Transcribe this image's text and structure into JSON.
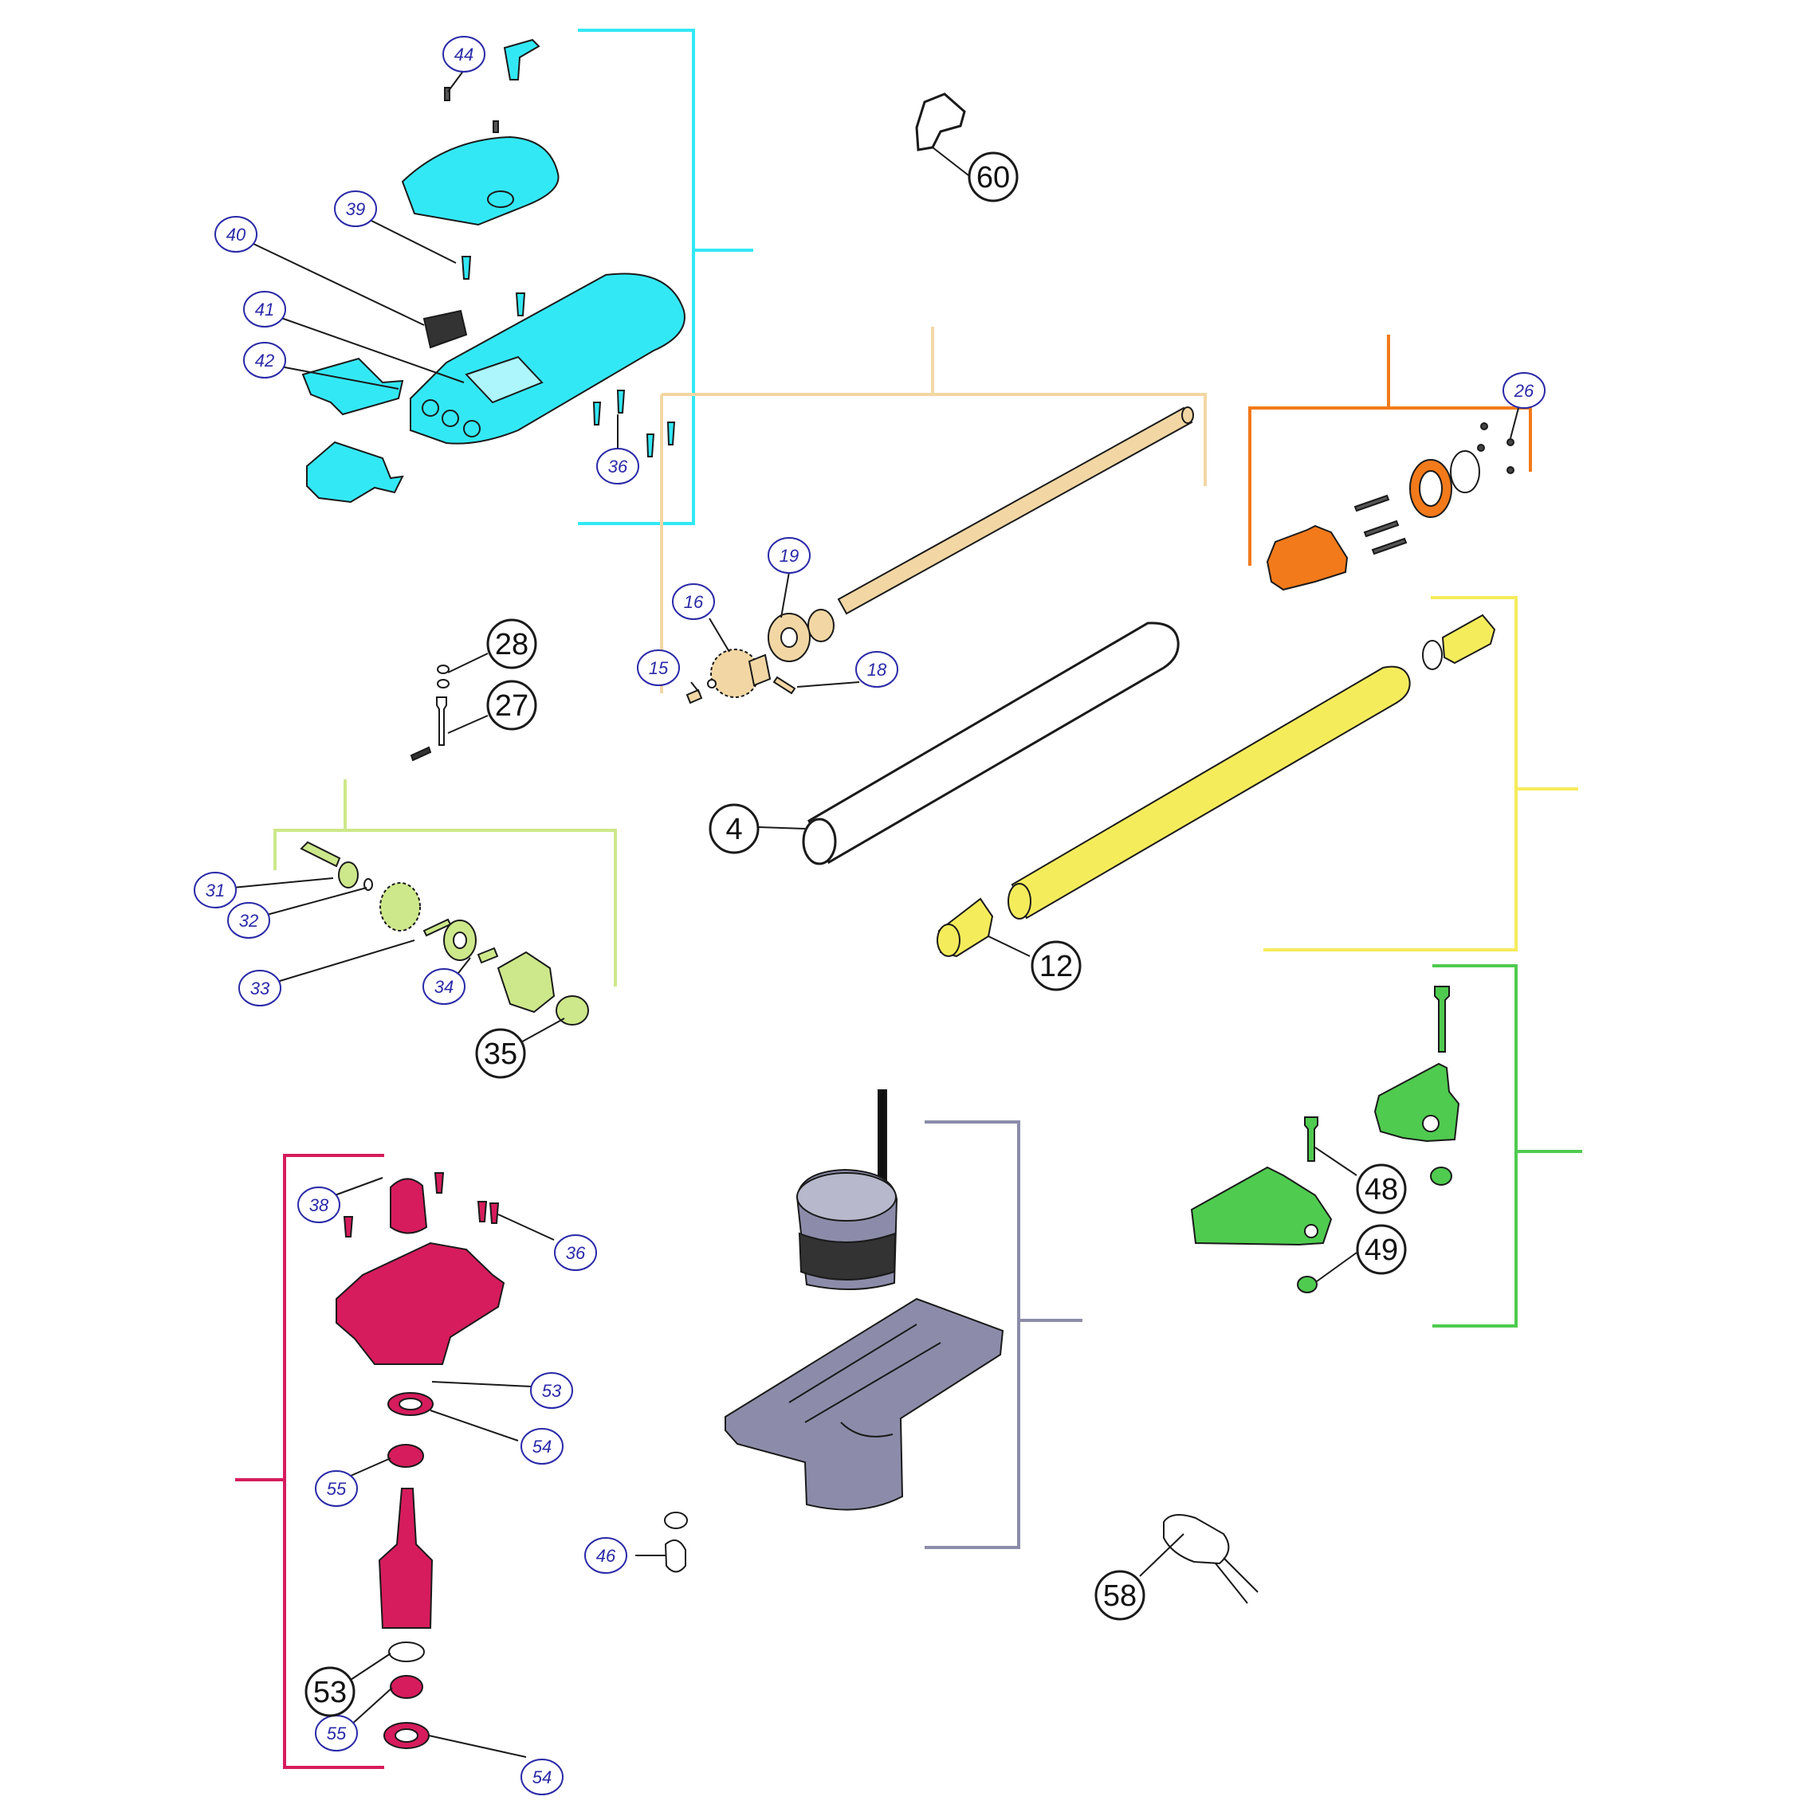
{
  "colors": {
    "cyan": "#33e8f5",
    "tan": "#f2d7a4",
    "orange": "#f27a1a",
    "yellow": "#f5ec5c",
    "lime": "#cde88a",
    "green": "#4fcb4f",
    "magenta": "#d61c5c",
    "slate": "#8c8caa",
    "callout_blue": "#2a2aa8",
    "outline": "#1a1a1a"
  },
  "callouts_small": [
    {
      "text": "44",
      "group": "cyan"
    },
    {
      "text": "39",
      "group": "cyan"
    },
    {
      "text": "40",
      "group": "cyan"
    },
    {
      "text": "41",
      "group": "cyan"
    },
    {
      "text": "42",
      "group": "cyan"
    },
    {
      "text": "36",
      "group": "cyan"
    },
    {
      "text": "26",
      "group": "orange"
    },
    {
      "text": "19",
      "group": "tan"
    },
    {
      "text": "16",
      "group": "tan"
    },
    {
      "text": "15",
      "group": "tan"
    },
    {
      "text": "18",
      "group": "tan"
    },
    {
      "text": "31",
      "group": "lime"
    },
    {
      "text": "32",
      "group": "lime"
    },
    {
      "text": "33",
      "group": "lime"
    },
    {
      "text": "34",
      "group": "lime"
    },
    {
      "text": "38",
      "group": "magenta"
    },
    {
      "text": "36",
      "group": "magenta"
    },
    {
      "text": "53",
      "group": "magenta"
    },
    {
      "text": "54",
      "group": "magenta"
    },
    {
      "text": "55",
      "group": "magenta"
    },
    {
      "text": "55",
      "group": "magenta"
    },
    {
      "text": "54",
      "group": "magenta"
    },
    {
      "text": "46",
      "group": "none"
    }
  ],
  "callouts_large": [
    {
      "text": "60"
    },
    {
      "text": "28"
    },
    {
      "text": "27"
    },
    {
      "text": "4"
    },
    {
      "text": "12"
    },
    {
      "text": "35"
    },
    {
      "text": "48"
    },
    {
      "text": "49"
    },
    {
      "text": "53"
    },
    {
      "text": "58"
    }
  ]
}
